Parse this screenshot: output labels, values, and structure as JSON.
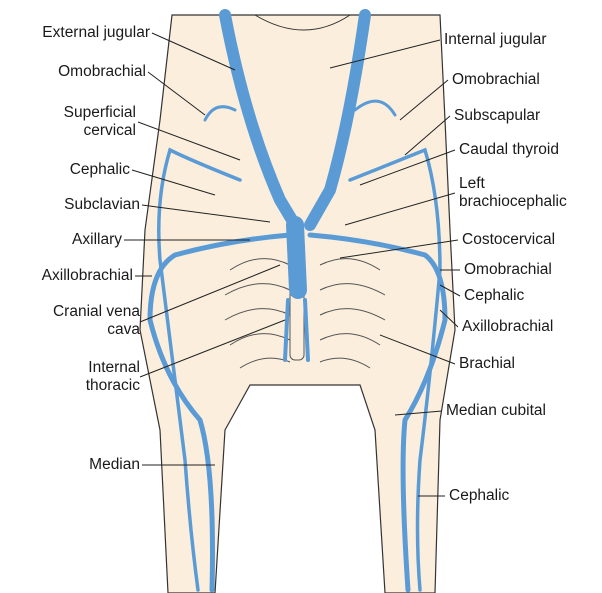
{
  "title": "Veins of the thoracic limb and neck (ventral view)",
  "colors": {
    "vein": "#5b9bd5",
    "skin": "#fbeedd",
    "outline": "#333333"
  },
  "left_labels": [
    {
      "id": "external-jugular",
      "lines": [
        "External jugular"
      ]
    },
    {
      "id": "omobrachial-left",
      "lines": [
        "Omobrachial"
      ]
    },
    {
      "id": "superficial-cervical",
      "lines": [
        "Superficial",
        "cervical"
      ]
    },
    {
      "id": "cephalic-left",
      "lines": [
        "Cephalic"
      ]
    },
    {
      "id": "subclavian",
      "lines": [
        "Subclavian"
      ]
    },
    {
      "id": "axillary",
      "lines": [
        "Axillary"
      ]
    },
    {
      "id": "axillobrachial-left",
      "lines": [
        "Axillobrachial"
      ]
    },
    {
      "id": "cranial-vena-cava",
      "lines": [
        "Cranial vena",
        "cava"
      ]
    },
    {
      "id": "internal-thoracic",
      "lines": [
        "Internal",
        "thoracic"
      ]
    },
    {
      "id": "median",
      "lines": [
        "Median"
      ]
    }
  ],
  "right_labels": [
    {
      "id": "internal-jugular",
      "lines": [
        "Internal jugular"
      ]
    },
    {
      "id": "omobrachial-right",
      "lines": [
        "Omobrachial"
      ]
    },
    {
      "id": "subscapular",
      "lines": [
        "Subscapular"
      ]
    },
    {
      "id": "caudal-thyroid",
      "lines": [
        "Caudal thyroid"
      ]
    },
    {
      "id": "left-brachiocephalic",
      "lines": [
        "Left",
        "brachiocephalic"
      ]
    },
    {
      "id": "costocervical",
      "lines": [
        "Costocervical"
      ]
    },
    {
      "id": "omobrachial-right-2",
      "lines": [
        "Omobrachial"
      ]
    },
    {
      "id": "cephalic-right",
      "lines": [
        "Cephalic"
      ]
    },
    {
      "id": "axillobrachial-right",
      "lines": [
        "Axillobrachial"
      ]
    },
    {
      "id": "brachial",
      "lines": [
        "Brachial"
      ]
    },
    {
      "id": "median-cubital",
      "lines": [
        "Median cubital"
      ]
    },
    {
      "id": "cephalic-right-distal",
      "lines": [
        "Cephalic"
      ]
    }
  ]
}
